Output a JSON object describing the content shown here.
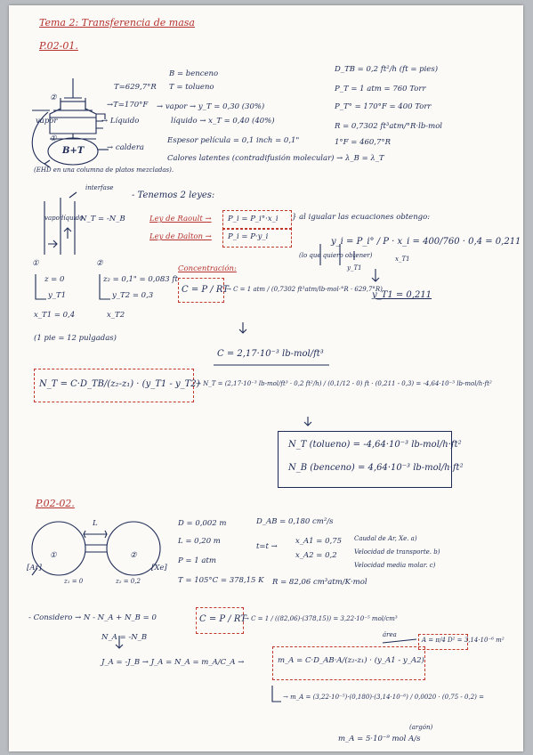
{
  "title": "Tema 2: Transferencia de masa",
  "p1": {
    "id": "P.02-01.",
    "fig_labels": {
      "n2": "②",
      "n1": "①",
      "vapor": "vapor",
      "liquido": "→ Líquido",
      "bt": "B+T",
      "caldera": "→ caldera"
    },
    "temp1": "T=629,7°R",
    "temp2": "→T=170°F",
    "legend_b": "B = benceno",
    "legend_t": "T = tolueno",
    "vapor_line": "→ vapor → y_T = 0,30 (30%)",
    "liquid_line": "líquido → x_T = 0,40 (40%)",
    "espesor": "Espesor película = 0,1 inch = 0,1\"",
    "calores": "Calores latentes (contradifusión molecular) → λ_B = λ_T",
    "ehd": "(EHD en una columna de platos mezcladas).",
    "dtb": "D_TB = 0,2 ft²/h       (ft = pies)",
    "ptotal": "P_T = 1 atm = 760 Torr",
    "pt_sat": "P_T° = 170°F = 400 Torr",
    "R": "R = 0,7302 ft³atm/°R·lb-mol",
    "conv": "1°F = 460,7°R",
    "interfase": "interfase",
    "tenemos": "- Tenemos 2 leyes:",
    "diag_vapor": "vapor",
    "diag_liq": "líquido",
    "diag_eq": "N_T = -N_B",
    "raoult_lbl": "Ley de Raoult →",
    "raoult_eq": "P_i = P_i°·x_i",
    "dalton_lbl": "Ley de Dalton →",
    "dalton_eq": "P_i = P·y_i",
    "igualar": "} al igualar las ecuaciones obtengo:",
    "yi_eq": "y_i = P_i° / P · x_i = 400/760 · 0,4 = 0,211",
    "lo_que": "(lo que quiero obtener)",
    "ytl": "y_T1",
    "xtl": "x_T1",
    "yt1_result": "y_T1 = 0,211",
    "pt1": {
      "z": "z = 0",
      "y": "y_T1",
      "x": "x_T1 = 0,4"
    },
    "pt2": {
      "z": "z₂ = 0,1\" = 0,083 ft",
      "y": "y_T2 = 0,3",
      "x": "x_T2"
    },
    "pie": "(1 pie = 12 pulgadas)",
    "conc_lbl": "Concentración:",
    "c_eq": "C = P / RT",
    "c_sub": "→ C = 1 atm / (0,7302 ft³atm/lb-mol·°R · 629,7°R)",
    "c_result": "C = 2,17·10⁻³ lb-mol/ft³",
    "nt_formula": "N_T = C·D_TB/(z₂-z₁) · (y_T1 - y_T2)",
    "nt_sub": "→ N_T = (2,17·10⁻³ lb-mol/ft³ · 0,2 ft²/h) / (0,1/12 - 0) ft · (0,211 - 0,3) = -4,64·10⁻³ lb-mol/h·ft²",
    "result1": "N_T (tolueno) = -4,64·10⁻³ lb-mol/h·ft²",
    "result2": "N_B (benceno) = 4,64·10⁻³ lb-mol/h·ft²"
  },
  "p2": {
    "id": "P.02-02.",
    "L": "L",
    "labels": {
      "ar": "[Ar]",
      "xe": "[Xe]",
      "c1": "①",
      "c2": "②",
      "z1": "z₁ = 0",
      "z2": "z₂ = 0,2"
    },
    "d": "D = 0,002 m",
    "l": "L = 0,20 m",
    "p": "P = 1 atm",
    "t": "T = 105°C = 378,15 K",
    "dab": "D_AB = 0,180 cm²/s",
    "t_arrow": "t=t →",
    "xa1": "x_A1 = 0,75",
    "xa2": "x_A2 = 0,2",
    "q_a": "Caudal de Ar, Xe. a)",
    "q_b": "Velocidad de transporte. b)",
    "q_c": "Velocidad media molar. c)",
    "r": "R = 82,06 cm³atm/K·mol",
    "considero": "- Considero → N - N_A + N_B = 0",
    "na": "N_A = -N_B",
    "ja": "J_A = -J_B → J_A = N_A = m_A/C_A →",
    "c_eq": "C = P / RT",
    "c_sub": "→ C = 1 / ((82,06)·(378,15)) = 3,22·10⁻⁵ mol/cm³",
    "area": "área",
    "area_eq": "A = π/4 D² = 3,14·10⁻⁶ m²",
    "ma_formula": "m_A = C·D_AB·A/(z₂-z₁) · (y_A1 - y_A2)",
    "ma_sub": "→ m_A = (3,22·10⁻⁵)·(0,180)·(3,14·10⁻⁶) / 0,0020 · (0,75 - 0,2) =",
    "argon": "(argón)",
    "ma_result": "m_A = 5·10⁻⁹ mol A/s"
  }
}
